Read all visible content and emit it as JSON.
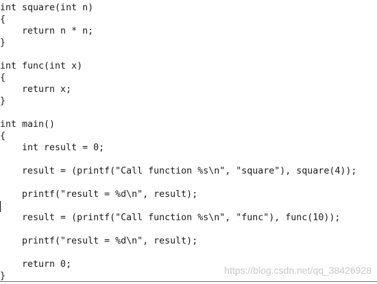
{
  "editor": {
    "lines": [
      "int square(int n)",
      "{",
      "    return n * n;",
      "}",
      "",
      "int func(int x)",
      "{",
      "    return x;",
      "}",
      "",
      "int main()",
      "{",
      "    int result = 0;",
      "",
      "    result = (printf(\"Call function %s\\n\", \"square\"), square(4));",
      "",
      "    printf(\"result = %d\\n\", result);",
      "",
      "    result = (printf(\"Call function %s\\n\", \"func\"), func(10));",
      "",
      "    printf(\"result = %d\\n\", result);",
      "",
      "    return 0;",
      "}"
    ]
  },
  "watermark": {
    "text": "https://blog.csdn.net/qq_38426928"
  }
}
